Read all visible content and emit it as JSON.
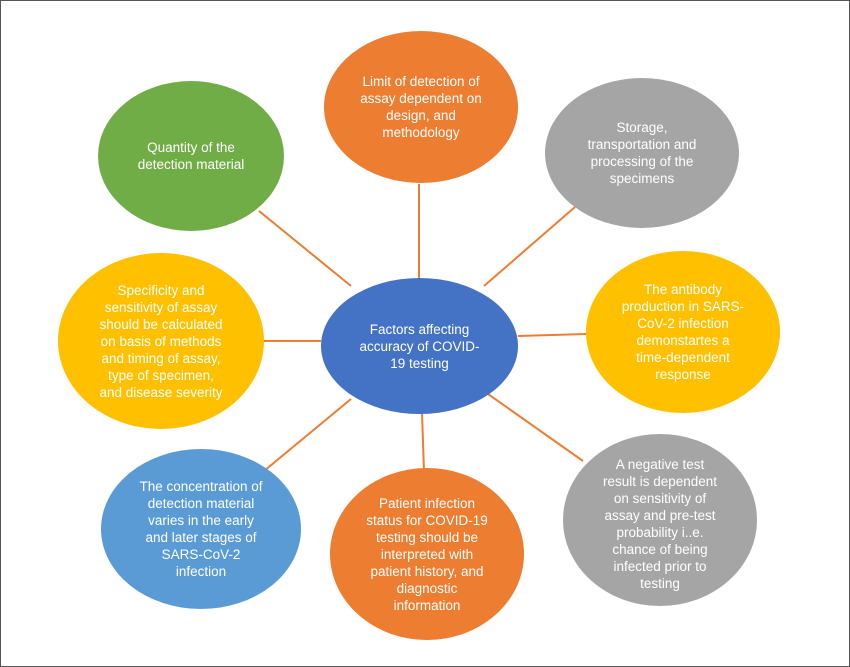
{
  "center": {
    "text": "Factors affecting\naccuracy of COVID-\n19 testing",
    "color": "#4472C4"
  },
  "factors": [
    {
      "id": "top",
      "text": "Limit of detection of\nassay dependent on\ndesign, and\nmethodology",
      "color": "#ED7D31"
    },
    {
      "id": "top-right",
      "text": "Storage,\ntransportation and\nprocessing of the\nspecimens",
      "color": "#A5A5A5"
    },
    {
      "id": "right",
      "text": "The antibody\nproduction in SARS-\nCoV-2 infection\ndemonstartes a\ntime-dependent\nresponse",
      "color": "#FFC000"
    },
    {
      "id": "bottom-right",
      "text": "A negative test\nresult is dependent\non sensitivity of\nassay and pre-test\nprobability i..e.\nchance of  being\ninfected prior to\ntesting",
      "color": "#A5A5A5"
    },
    {
      "id": "bottom",
      "text": "Patient infection\nstatus for COVID-19\ntesting should be\ninterpreted with\npatient history, and\ndiagnostic\ninformation",
      "color": "#ED7D31"
    },
    {
      "id": "bottom-left",
      "text": "The concentration of\ndetection material\nvaries in the early\nand later stages of\nSARS-CoV-2\ninfection",
      "color": "#5B9BD5"
    },
    {
      "id": "left",
      "text": "Specificity and\nsensitivity of assay\nshould be calculated\non basis of methods\nand timing of assay,\ntype of specimen,\nand disease severity",
      "color": "#FFC000"
    },
    {
      "id": "top-left",
      "text": "Quantity of the\ndetection material",
      "color": "#70AD47"
    }
  ],
  "connector_color": "#ED7D31"
}
